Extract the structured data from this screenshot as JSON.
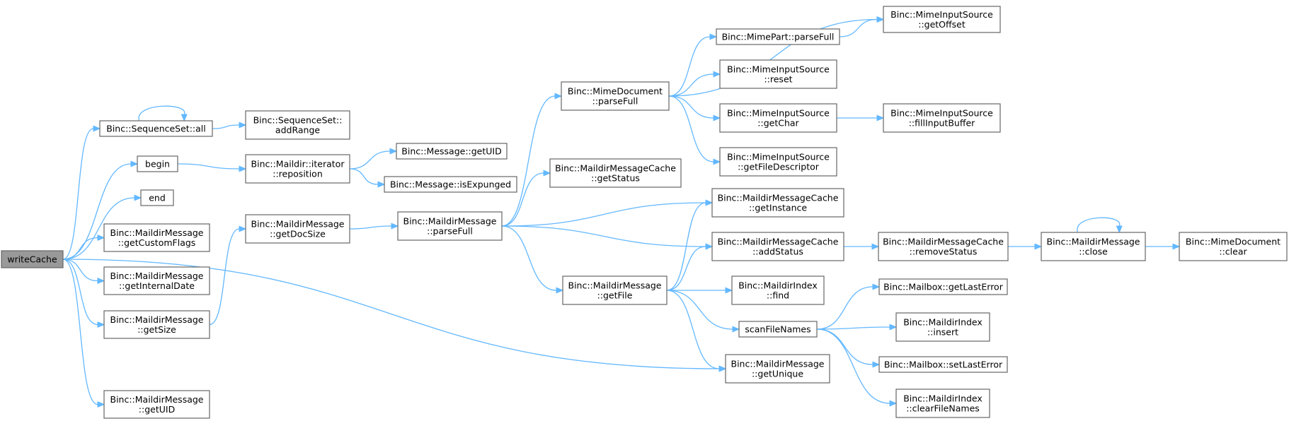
{
  "diagram": {
    "type": "call-graph",
    "colors": {
      "edge": "#63b8ff",
      "node_border": "#666666",
      "root_fill": "#999999",
      "node_fill": "#ffffff"
    },
    "nodes": [
      {
        "id": "writeCache",
        "lines": [
          "writeCache"
        ],
        "root": true
      },
      {
        "id": "seqAll",
        "lines": [
          "Binc::SequenceSet::all"
        ]
      },
      {
        "id": "begin",
        "lines": [
          "begin"
        ]
      },
      {
        "id": "end",
        "lines": [
          "end"
        ]
      },
      {
        "id": "getCustomFlags",
        "lines": [
          "Binc::MaildirMessage",
          "::getCustomFlags"
        ]
      },
      {
        "id": "getInternalDate",
        "lines": [
          "Binc::MaildirMessage",
          "::getInternalDate"
        ]
      },
      {
        "id": "getSize",
        "lines": [
          "Binc::MaildirMessage",
          "::getSize"
        ]
      },
      {
        "id": "getUIDmm",
        "lines": [
          "Binc::MaildirMessage",
          "::getUID"
        ]
      },
      {
        "id": "addRange",
        "lines": [
          "Binc::SequenceSet::",
          "addRange"
        ]
      },
      {
        "id": "reposition",
        "lines": [
          "Binc::Maildir::iterator",
          "::reposition"
        ]
      },
      {
        "id": "getDocSize",
        "lines": [
          "Binc::MaildirMessage",
          "::getDocSize"
        ]
      },
      {
        "id": "msgGetUID",
        "lines": [
          "Binc::Message::getUID"
        ]
      },
      {
        "id": "isExpunged",
        "lines": [
          "Binc::Message::isExpunged"
        ]
      },
      {
        "id": "mmParseFull",
        "lines": [
          "Binc::MaildirMessage",
          "::parseFull"
        ]
      },
      {
        "id": "mdParseFull",
        "lines": [
          "Binc::MimeDocument",
          "::parseFull"
        ]
      },
      {
        "id": "cacheGetStatus",
        "lines": [
          "Binc::MaildirMessageCache",
          "::getStatus"
        ]
      },
      {
        "id": "getFile",
        "lines": [
          "Binc::MaildirMessage",
          "::getFile"
        ]
      },
      {
        "id": "getOffset",
        "lines": [
          "Binc::MimeInputSource",
          "::getOffset"
        ]
      },
      {
        "id": "mpParseFull",
        "lines": [
          "Binc::MimePart::parseFull"
        ]
      },
      {
        "id": "misReset",
        "lines": [
          "Binc::MimeInputSource",
          "::reset"
        ]
      },
      {
        "id": "getChar",
        "lines": [
          "Binc::MimeInputSource",
          "::getChar"
        ]
      },
      {
        "id": "getFileDescriptor",
        "lines": [
          "Binc::MimeInputSource",
          "::getFileDescriptor"
        ]
      },
      {
        "id": "fillInputBuffer",
        "lines": [
          "Binc::MimeInputSource",
          "::fillInputBuffer"
        ]
      },
      {
        "id": "getInstance",
        "lines": [
          "Binc::MaildirMessageCache",
          "::getInstance"
        ]
      },
      {
        "id": "addStatus",
        "lines": [
          "Binc::MaildirMessageCache",
          "::addStatus"
        ]
      },
      {
        "id": "find",
        "lines": [
          "Binc::MaildirIndex",
          "::find"
        ]
      },
      {
        "id": "scanFileNames",
        "lines": [
          "scanFileNames"
        ]
      },
      {
        "id": "getUnique",
        "lines": [
          "Binc::MaildirMessage",
          "::getUnique"
        ]
      },
      {
        "id": "removeStatus",
        "lines": [
          "Binc::MaildirMessageCache",
          "::removeStatus"
        ]
      },
      {
        "id": "close",
        "lines": [
          "Binc::MaildirMessage",
          "::close"
        ]
      },
      {
        "id": "mdClear",
        "lines": [
          "Binc::MimeDocument",
          "::clear"
        ]
      },
      {
        "id": "getLastError",
        "lines": [
          "Binc::Mailbox::getLastError"
        ]
      },
      {
        "id": "idxInsert",
        "lines": [
          "Binc::MaildirIndex",
          "::insert"
        ]
      },
      {
        "id": "setLastError",
        "lines": [
          "Binc::Mailbox::setLastError"
        ]
      },
      {
        "id": "clearFileNames",
        "lines": [
          "Binc::MaildirIndex",
          "::clearFileNames"
        ]
      }
    ],
    "edges": [
      [
        "writeCache",
        "seqAll"
      ],
      [
        "writeCache",
        "begin"
      ],
      [
        "writeCache",
        "end"
      ],
      [
        "writeCache",
        "getCustomFlags"
      ],
      [
        "writeCache",
        "getInternalDate"
      ],
      [
        "writeCache",
        "getSize"
      ],
      [
        "writeCache",
        "getUIDmm"
      ],
      [
        "writeCache",
        "getUnique"
      ],
      [
        "seqAll",
        "seqAll"
      ],
      [
        "seqAll",
        "addRange"
      ],
      [
        "begin",
        "reposition"
      ],
      [
        "reposition",
        "msgGetUID"
      ],
      [
        "reposition",
        "isExpunged"
      ],
      [
        "getSize",
        "getDocSize"
      ],
      [
        "getDocSize",
        "mmParseFull"
      ],
      [
        "mmParseFull",
        "mdParseFull"
      ],
      [
        "mmParseFull",
        "cacheGetStatus"
      ],
      [
        "mmParseFull",
        "getInstance"
      ],
      [
        "mmParseFull",
        "addStatus"
      ],
      [
        "mmParseFull",
        "getFile"
      ],
      [
        "mdParseFull",
        "getOffset"
      ],
      [
        "mdParseFull",
        "mpParseFull"
      ],
      [
        "mdParseFull",
        "misReset"
      ],
      [
        "mdParseFull",
        "getChar"
      ],
      [
        "mdParseFull",
        "getFileDescriptor"
      ],
      [
        "mpParseFull",
        "getOffset"
      ],
      [
        "getChar",
        "fillInputBuffer"
      ],
      [
        "getFile",
        "getInstance"
      ],
      [
        "getFile",
        "addStatus"
      ],
      [
        "getFile",
        "find"
      ],
      [
        "getFile",
        "scanFileNames"
      ],
      [
        "getFile",
        "getUnique"
      ],
      [
        "addStatus",
        "removeStatus"
      ],
      [
        "removeStatus",
        "close"
      ],
      [
        "close",
        "close"
      ],
      [
        "close",
        "mdClear"
      ],
      [
        "scanFileNames",
        "getLastError"
      ],
      [
        "scanFileNames",
        "idxInsert"
      ],
      [
        "scanFileNames",
        "setLastError"
      ],
      [
        "scanFileNames",
        "clearFileNames"
      ]
    ]
  }
}
